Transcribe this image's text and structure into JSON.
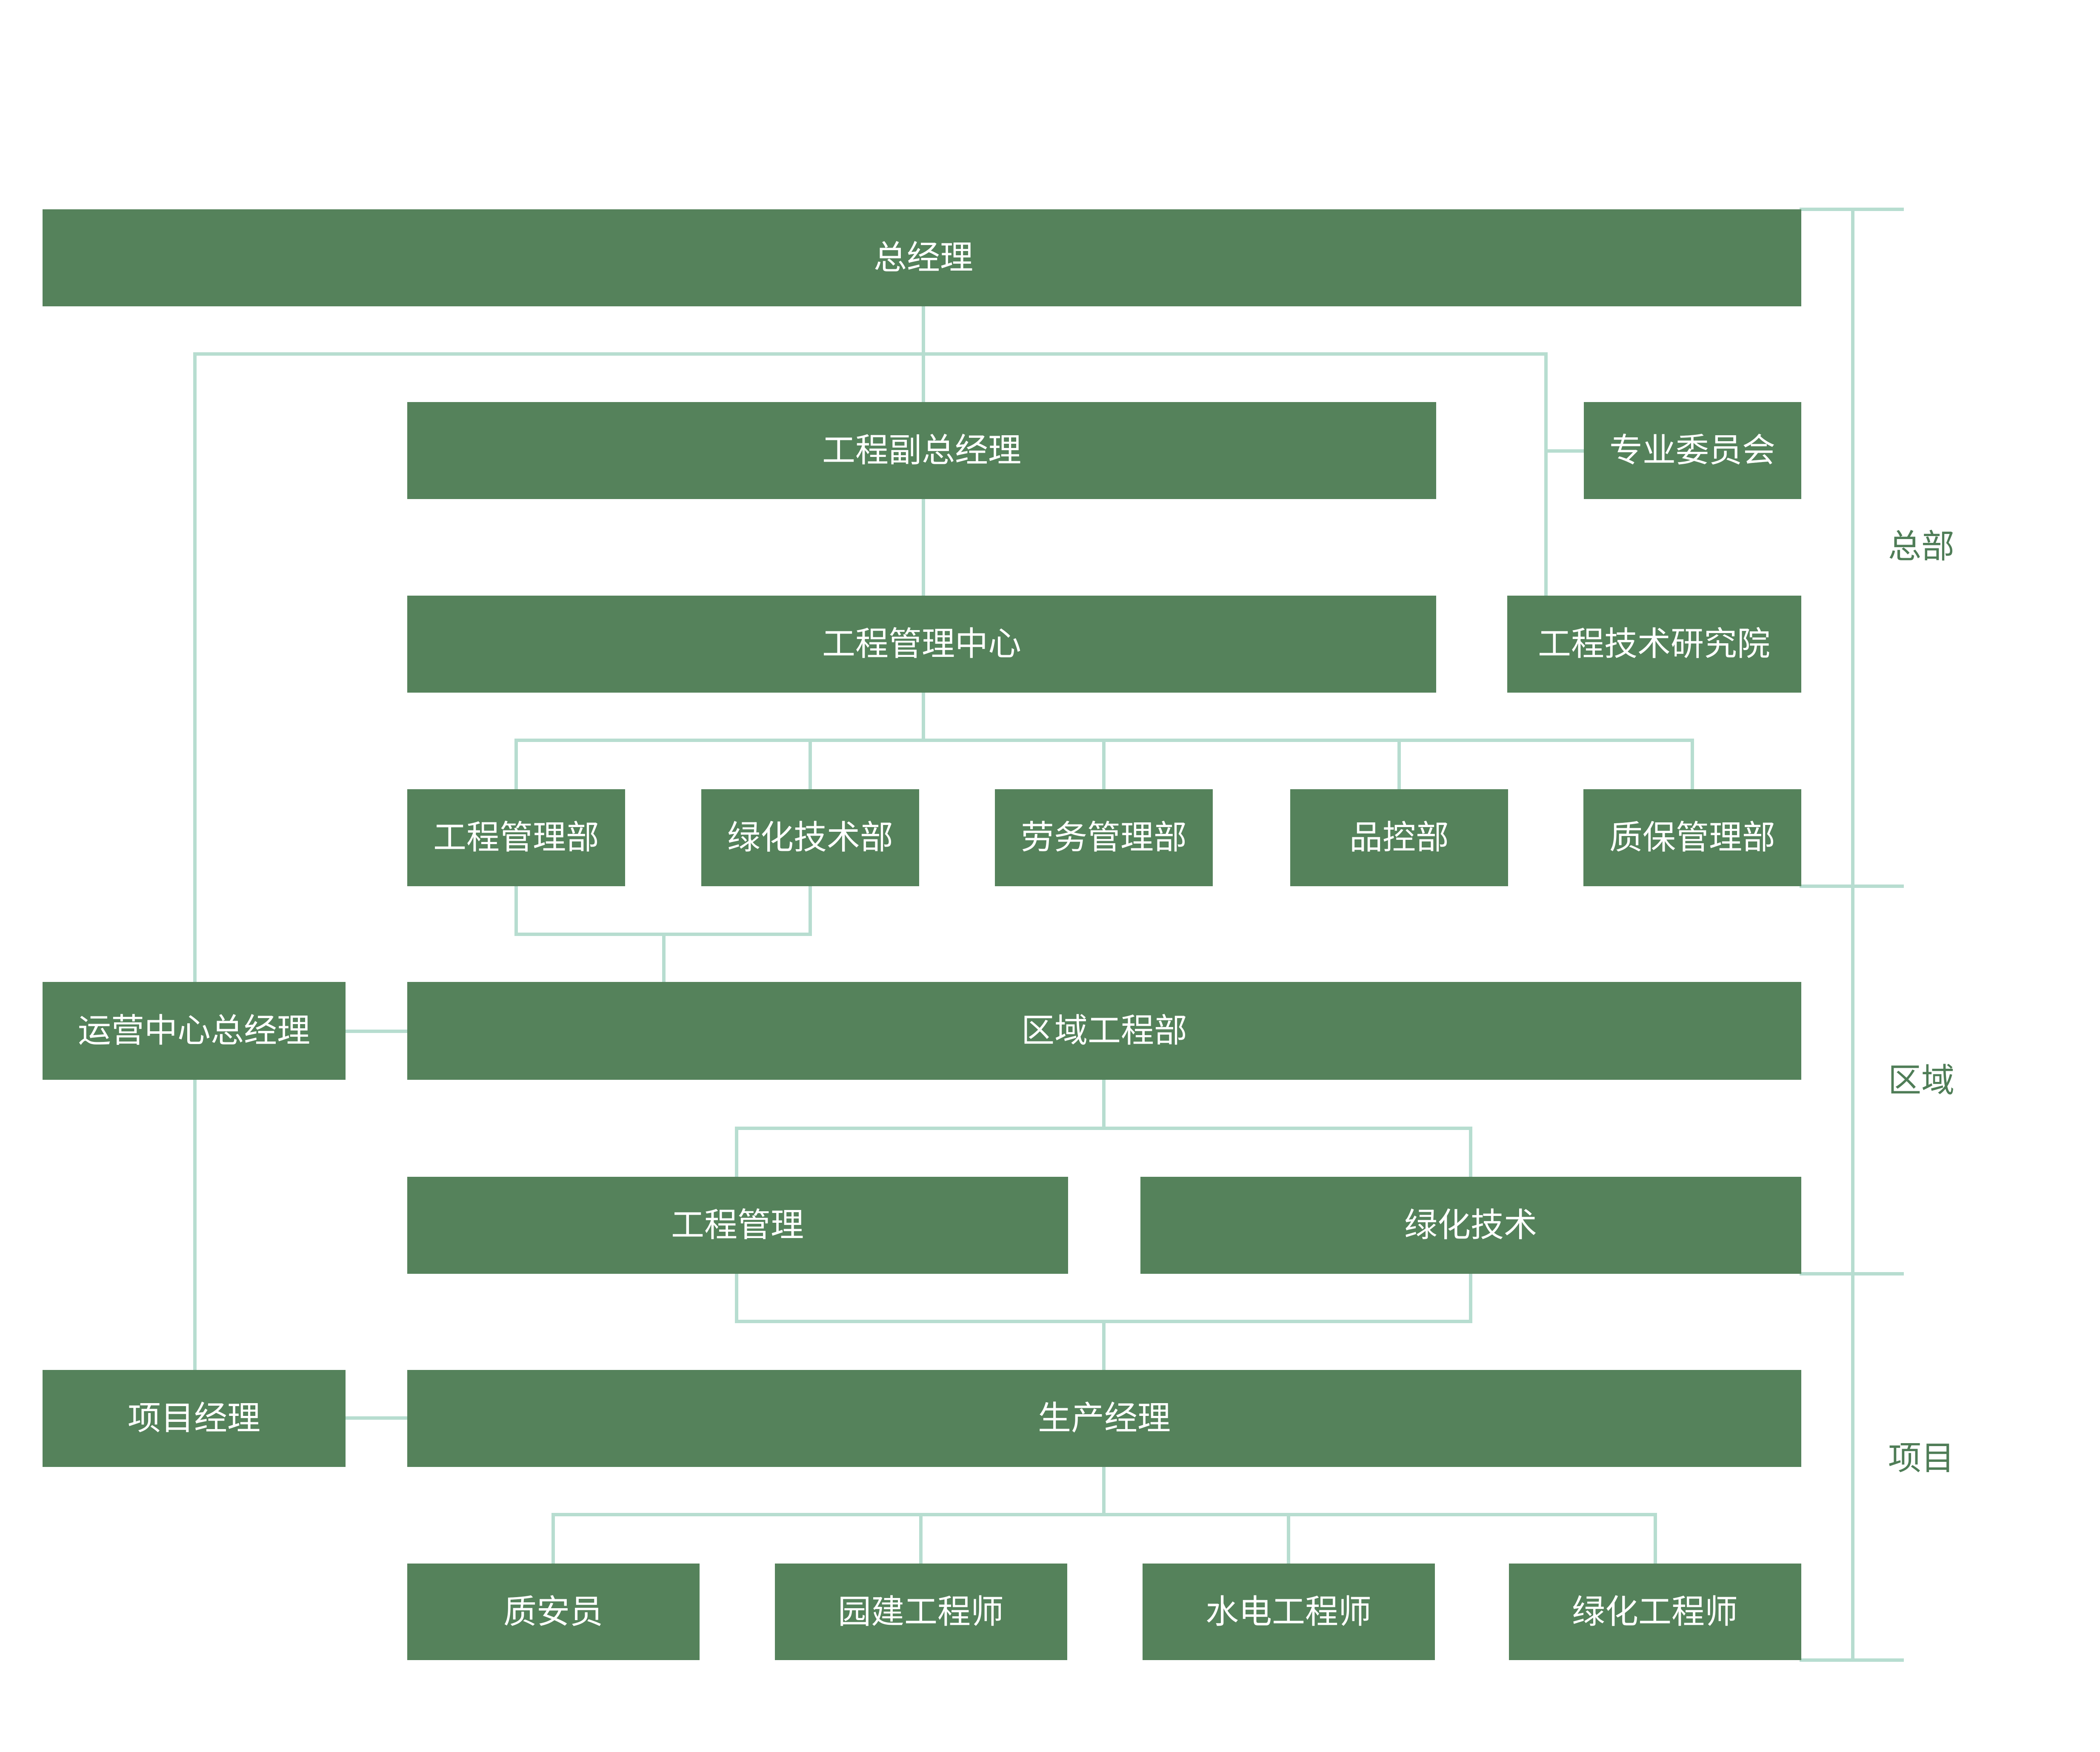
{
  "colors": {
    "box_fill": "#55825b",
    "connector": "#b7ddd0",
    "box_text": "#ffffff",
    "level_text": "#4f7d57"
  },
  "nodes": {
    "general_manager": "总经理",
    "engineering_deputy_gm": "工程副总经理",
    "professional_committee": "专业委员会",
    "engineering_management_center": "工程管理中心",
    "engineering_tech_institute": "工程技术研究院",
    "engineering_management_dept": "工程管理部",
    "greening_tech_dept": "绿化技术部",
    "labor_management_dept": "劳务管理部",
    "quality_control_dept": "品控部",
    "warranty_management_dept": "质保管理部",
    "operations_center_gm": "运营中心总经理",
    "regional_engineering_dept": "区域工程部",
    "engineering_management": "工程管理",
    "greening_tech": "绿化技术",
    "project_manager": "项目经理",
    "production_manager": "生产经理",
    "safety_quality_officer": "质安员",
    "landscape_engineer": "园建工程师",
    "mep_engineer": "水电工程师",
    "greening_engineer": "绿化工程师"
  },
  "levels": {
    "headquarters": "总部",
    "region": "区域",
    "project": "项目"
  }
}
